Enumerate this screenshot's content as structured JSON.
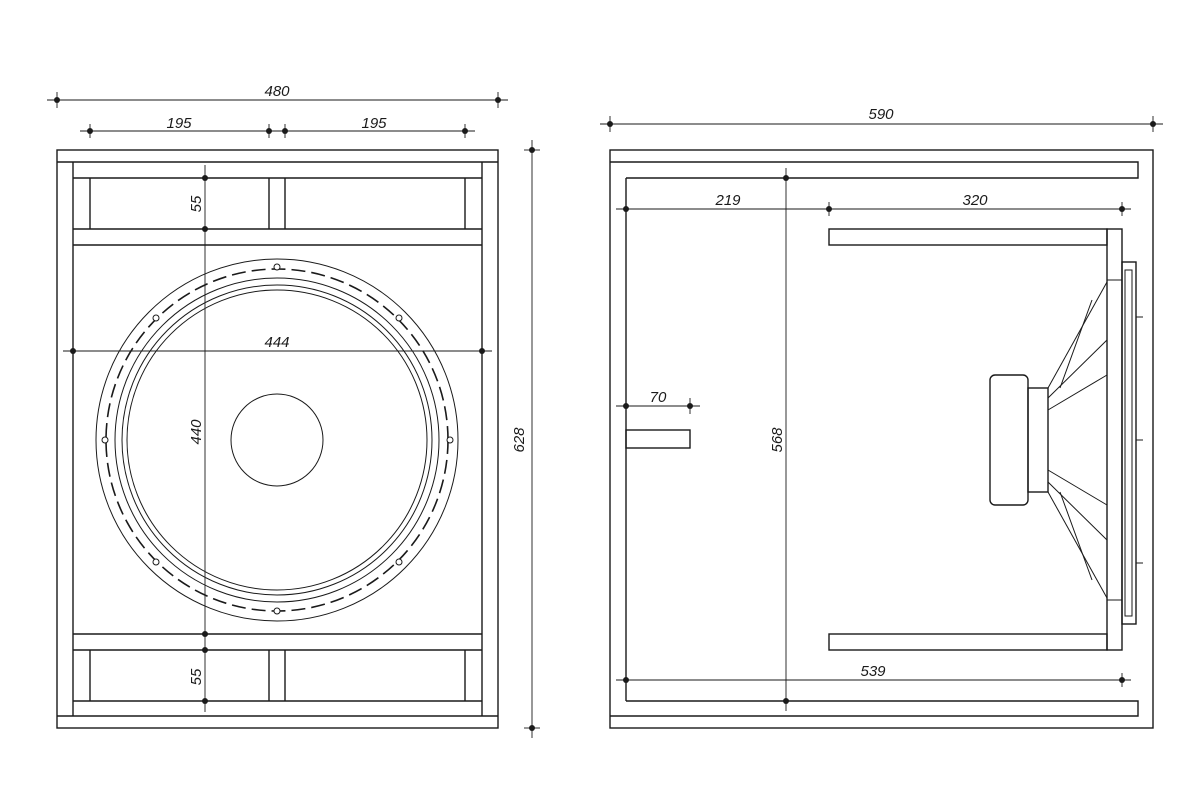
{
  "front_view": {
    "width": "480",
    "port_width_left": "195",
    "port_width_right": "195",
    "port_height_top": "55",
    "port_height_bottom": "55",
    "baffle_width": "444",
    "baffle_height": "440",
    "height": "628"
  },
  "side_view": {
    "depth": "590",
    "offset": "219",
    "port_length": "320",
    "brace_length": "70",
    "inner_height": "568",
    "inner_depth": "539"
  }
}
